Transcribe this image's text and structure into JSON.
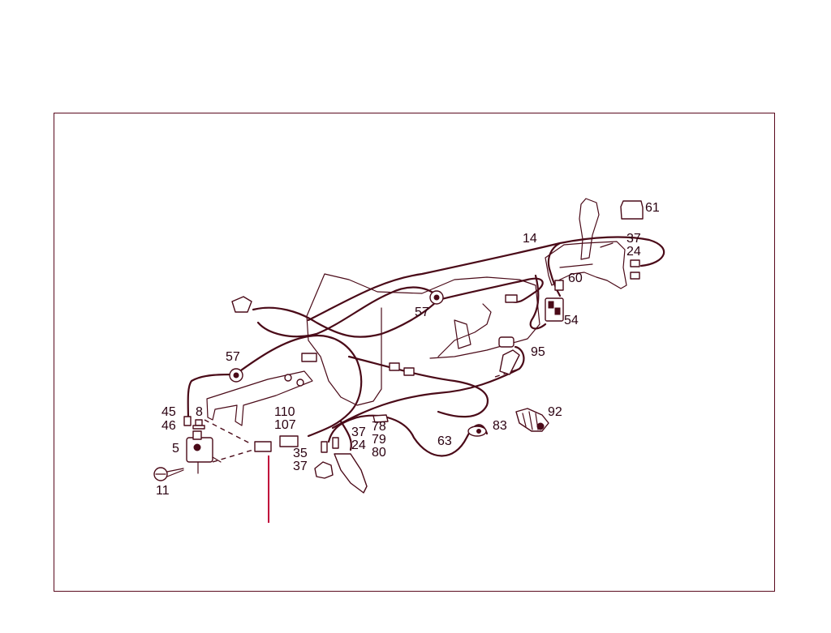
{
  "colors": {
    "frame": "#5a0a1e",
    "line": "#4a0a18",
    "leader": "#c0003a",
    "text": "#2a0010"
  },
  "callouts": {
    "c61": "61",
    "c14": "14",
    "c37a": "37",
    "c24a": "24",
    "c60": "60",
    "c54": "54",
    "c57a": "57",
    "c95": "95",
    "c57b": "57",
    "c92": "92",
    "c83": "83",
    "c63": "63",
    "c45": "45",
    "c46": "46",
    "c8": "8",
    "c5": "5",
    "c11": "11",
    "c110": "110",
    "c107": "107",
    "c35": "35",
    "c37b": "37",
    "c37c": "37",
    "c24b": "24",
    "c78": "78",
    "c79": "79",
    "c80": "80"
  }
}
